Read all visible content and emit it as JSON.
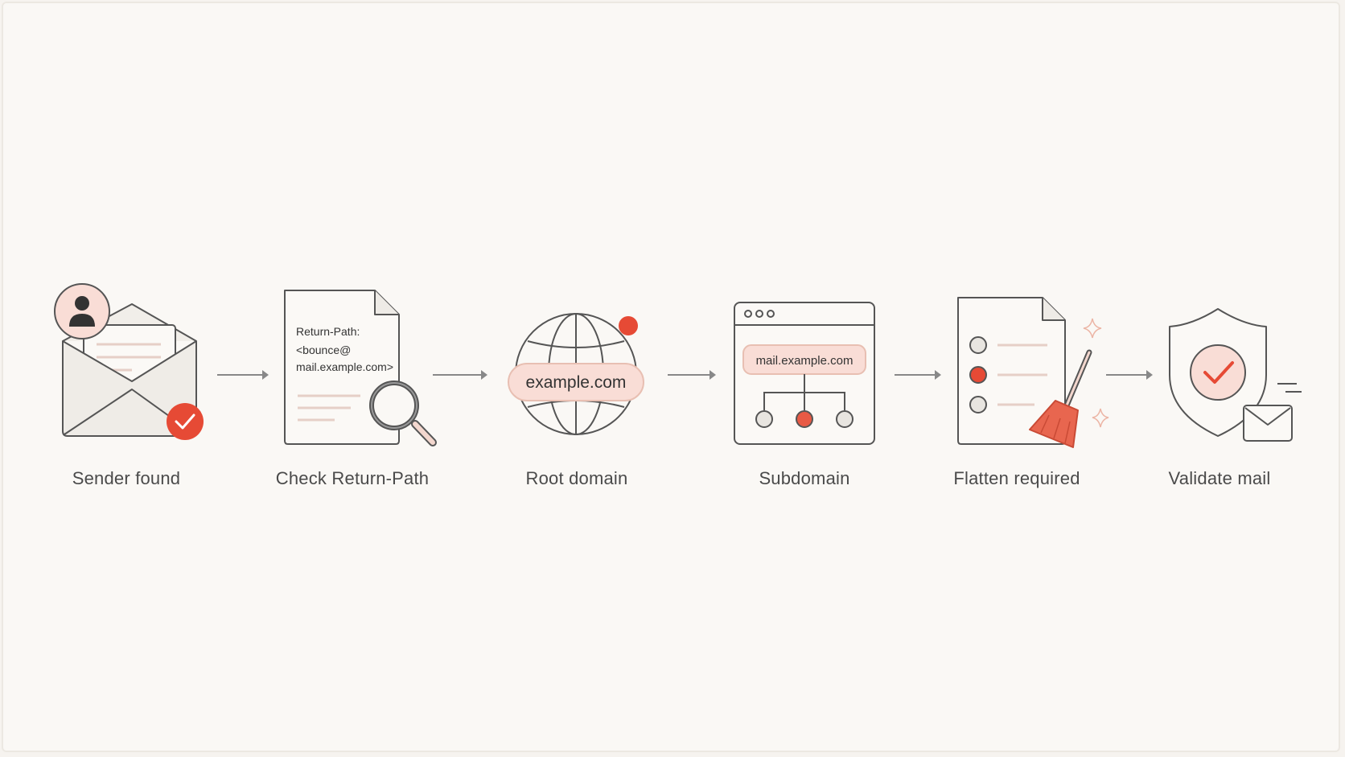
{
  "steps": [
    {
      "label": "Sender found"
    },
    {
      "label": "Check Return-Path",
      "doc_lines": [
        "Return-Path:",
        "<bounce@",
        "mail.example.com>"
      ]
    },
    {
      "label": "Root domain",
      "pill": "example.com"
    },
    {
      "label": "Subdomain",
      "pill": "mail.example.com"
    },
    {
      "label": "Flatten required"
    },
    {
      "label": "Validate mail"
    }
  ],
  "icons": [
    "envelope-icon",
    "user-avatar-icon",
    "check-badge-icon",
    "document-icon",
    "magnifier-icon",
    "globe-icon",
    "browser-window-icon",
    "tree-icon",
    "checklist-icon",
    "broom-icon",
    "sparkle-icon",
    "shield-check-icon",
    "mail-icon"
  ],
  "colors": {
    "accent": "#e64a35",
    "accent_soft": "#f9ddd6",
    "stroke": "#555555",
    "background": "#faf8f5"
  }
}
